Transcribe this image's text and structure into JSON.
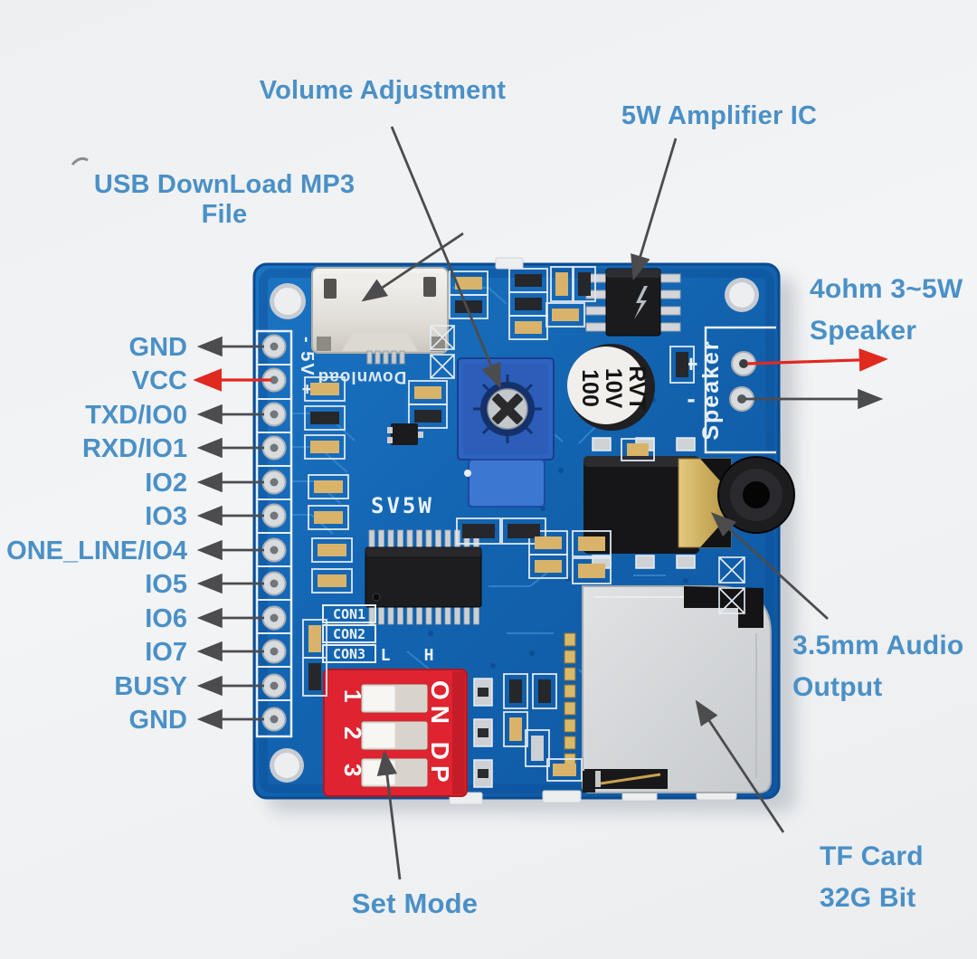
{
  "annotations": {
    "usb": "USB DownLoad MP3 File",
    "volume": "Volume Adjustment",
    "amplifier": "5W Amplifier IC",
    "speaker": {
      "line1": "4ohm 3~5W",
      "line2": "Speaker"
    },
    "audio": {
      "line1": "3.5mm Audio",
      "line2": "Output"
    },
    "tf": {
      "line1": "TF Card",
      "line2": "32G Bit"
    },
    "set_mode": "Set Mode"
  },
  "pins": {
    "items": [
      "GND",
      "VCC",
      "TXD/IO0",
      "RXD/IO1",
      "IO2",
      "IO3",
      "ONE_LINE/IO4",
      "IO5",
      "IO6",
      "IO7",
      "BUSY",
      "GND"
    ]
  },
  "silkscreen": {
    "power_rail": "- 5V +",
    "download": "Download",
    "chip_model": "SV5W",
    "con1": "CON1",
    "con2": "CON2",
    "con3": "CON3",
    "level_low": "L",
    "level_high": "H",
    "speaker": "Speaker",
    "plus": "+",
    "minus": "-",
    "dip_on": "ON DP",
    "dip_1": "1",
    "dip_2": "2",
    "dip_3": "3"
  },
  "capacitor": {
    "line1": "100",
    "line2": "10V",
    "line3": "RVT"
  },
  "icons": {
    "amplifier_logo": "lightning-bolt-icon"
  },
  "colors": {
    "label_blue": "#4a90c6",
    "pcb_blue": "#1468b2",
    "arrow_gray": "#4c4c4e",
    "arrow_red": "#e0291f",
    "dip_red": "#df2330",
    "background": "#eef0f2"
  }
}
